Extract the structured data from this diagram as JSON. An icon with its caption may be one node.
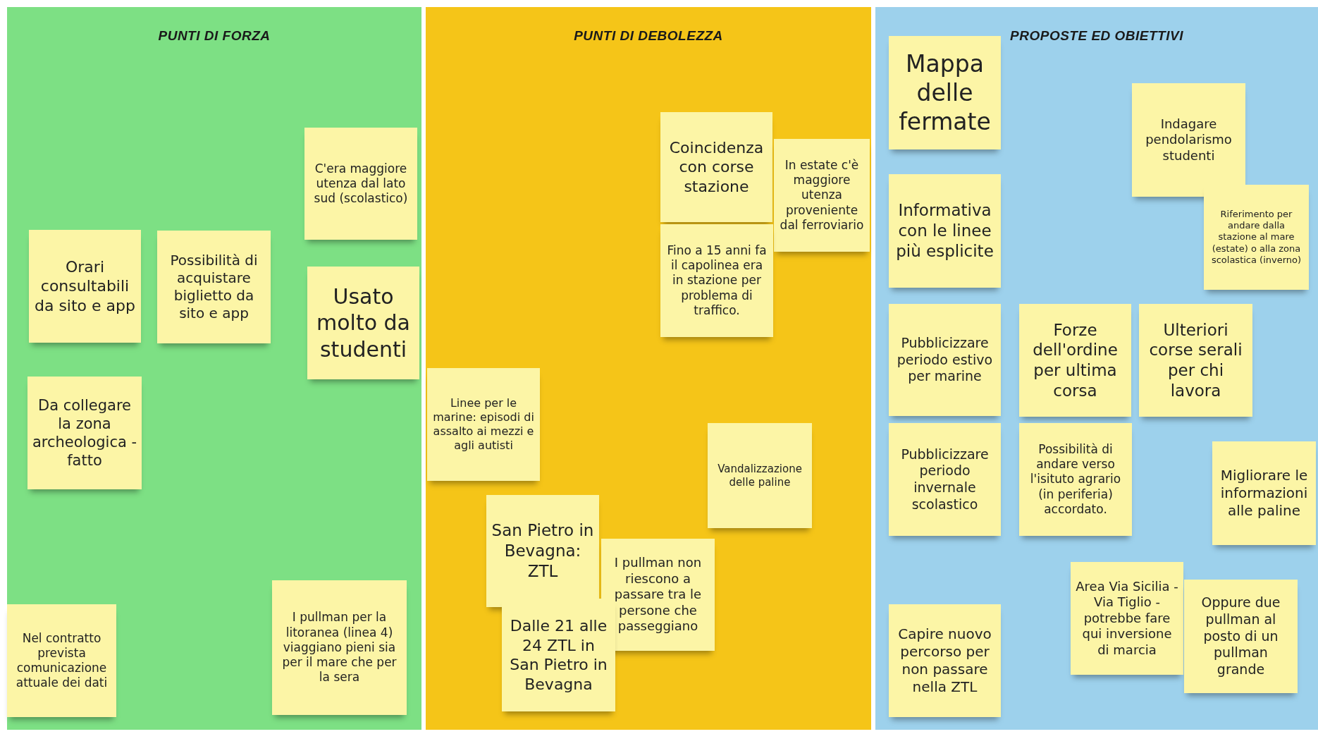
{
  "diagram": {
    "nodes": [
      {
        "text": [
          "PUNTI DI FORZA"
        ]
      },
      {
        "text": [
          "C'era maggiore utenza dal lato sud (scolastico)"
        ],
        "in": 0
      },
      {
        "text": [
          "Orari consultabili da sito e app"
        ],
        "in": 0
      },
      {
        "text": [
          "Possibilità di acquistare biglietto da sito e app"
        ],
        "in": 0
      },
      {
        "text": [
          "Usato molto da studenti"
        ],
        "in": 0
      },
      {
        "text": [
          "Da collegare la zona archeologica - fatto"
        ],
        "in": 0
      },
      {
        "text": [
          "Nel contratto prevista comunicazione attuale dei dati"
        ],
        "in": 0
      },
      {
        "text": [
          "I pullman per la litoranea (linea 4) viaggiano pieni sia per il mare che per la sera"
        ],
        "in": 0
      },
      {
        "text": [
          "PUNTI DI DEBOLEZZA"
        ]
      },
      {
        "text": [
          "Coincidenza con corse stazione"
        ],
        "in": 8
      },
      {
        "text": [
          "In estate c'è maggiore utenza proveniente dal ferroviario"
        ],
        "in": 8
      },
      {
        "text": [
          "Fino a 15 anni fa il capolinea era in stazione per problema di traffico."
        ],
        "in": 8
      },
      {
        "text": [
          "Linee per le marine: episodi di assalto ai mezzi e agli autisti"
        ],
        "in": 8
      },
      {
        "text": [
          "Vandalizzazione delle paline"
        ],
        "in": 8
      },
      {
        "text": [
          "San Pietro in Bevagna: ZTL"
        ],
        "in": 8
      },
      {
        "text": [
          "I pullman non riescono a passare tra le persone che passeggiano"
        ],
        "in": 8
      },
      {
        "text": [
          "Dalle 21 alle 24 ZTL in San Pietro in Bevagna"
        ],
        "in": 8
      },
      {
        "text": [
          "PROPOSTE ED OBIETTIVI"
        ]
      },
      {
        "text": [
          "Mappa delle fermate"
        ],
        "in": 17
      },
      {
        "text": [
          "Indagare pendolarismo studenti"
        ],
        "in": 17
      },
      {
        "text": [
          "Informativa con le linee più esplicite"
        ],
        "in": 17
      },
      {
        "text": [
          "Riferimento per andare dalla stazione al mare (estate) o alla zona scolastica (inverno)"
        ],
        "in": 17
      },
      {
        "text": [
          "Pubblicizzare periodo estivo per marine"
        ],
        "in": 17
      },
      {
        "text": [
          "Forze dell'ordine per ultima corsa"
        ],
        "in": 17
      },
      {
        "text": [
          "Ulteriori corse serali per chi lavora"
        ],
        "in": 17
      },
      {
        "text": [
          "Pubblicizzare periodo invernale scolastico"
        ],
        "in": 17
      },
      {
        "text": [
          "Possibilità di andare verso l'isituto agrario (in periferia) accordato."
        ],
        "in": 17
      },
      {
        "text": [
          "Migliorare le informazioni alle paline"
        ],
        "in": 17
      },
      {
        "text": [
          "Area Via Sicilia - Via Tiglio - potrebbe fare qui inversione di marcia"
        ],
        "in": 17
      },
      {
        "text": [
          "Oppure due pullman al posto di un pullman grande"
        ],
        "in": 17
      },
      {
        "text": [
          "Capire nuovo percorso per non passare nella ZTL"
        ],
        "in": 17
      }
    ]
  }
}
